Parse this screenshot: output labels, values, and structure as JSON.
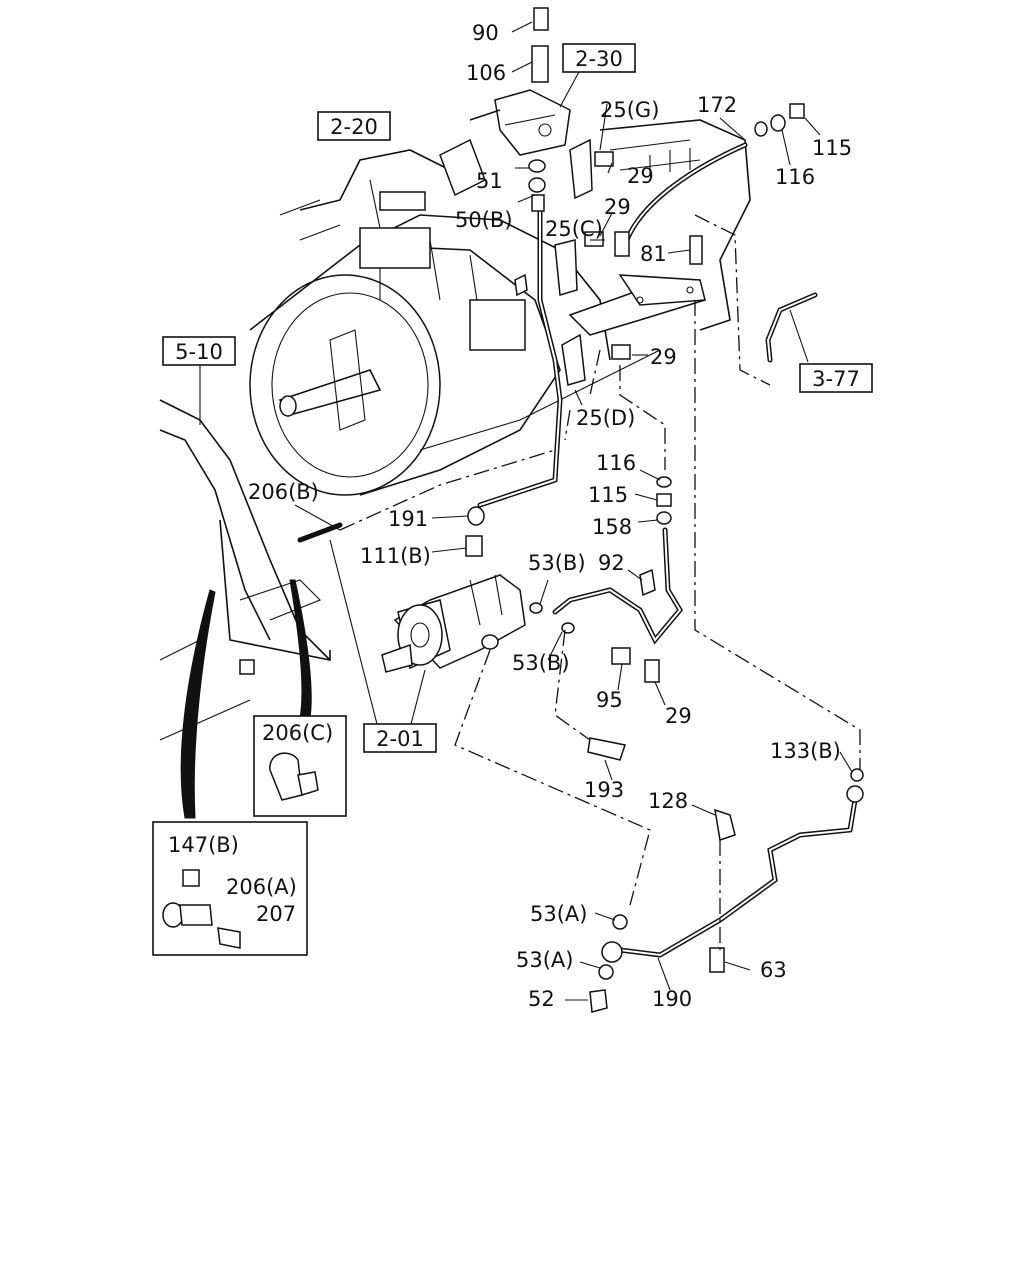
{
  "refs": {
    "r2_30": "2-30",
    "r2_20": "2-20",
    "r5_10": "5-10",
    "r3_77": "3-77",
    "r2_01": "2-01"
  },
  "parts": {
    "p90": "90",
    "p106": "106",
    "p25g": "25(G)",
    "p172": "172",
    "p115a": "115",
    "p116a": "116",
    "p51": "51",
    "p29a": "29",
    "p50b": "50(B)",
    "p29b": "29",
    "p25c": "25(C)",
    "p81": "81",
    "p29c": "29",
    "p25d": "25(D)",
    "p116b": "116",
    "p115b": "115",
    "p158": "158",
    "p206b": "206(B)",
    "p191": "191",
    "p111b": "111(B)",
    "p53b_a": "53(B)",
    "p92": "92",
    "p53b_b": "53(B)",
    "p95": "95",
    "p29d": "29",
    "p193": "193",
    "p133b": "133(B)",
    "p128": "128",
    "p206c": "206(C)",
    "p147b": "147(B)",
    "p206a": "206(A)",
    "p207": "207",
    "p53a_a": "53(A)",
    "p53a_b": "53(A)",
    "p63": "63",
    "p52": "52",
    "p190": "190"
  }
}
